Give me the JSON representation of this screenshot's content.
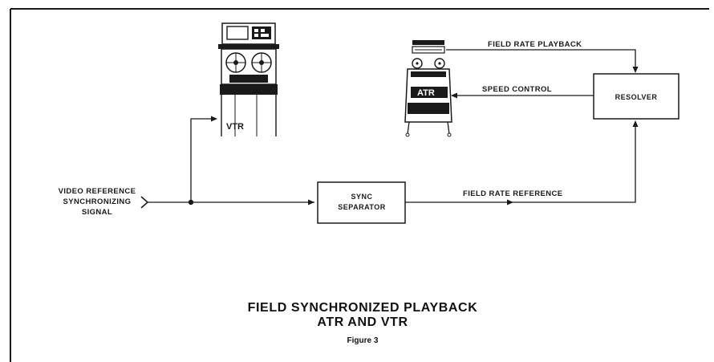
{
  "diagram": {
    "input_label": [
      "VIDEO REFERENCE",
      "SYNCHRONIZING",
      "SIGNAL"
    ],
    "vtr_label": "VTR",
    "atr_label": "ATR",
    "sync_separator": [
      "SYNC",
      "SEPARATOR"
    ],
    "resolver": "RESOLVER",
    "edge_field_rate_playback": "FIELD RATE PLAYBACK",
    "edge_speed_control": "SPEED CONTROL",
    "edge_field_rate_reference": "FIELD RATE REFERENCE"
  },
  "caption": {
    "title_line1": "FIELD SYNCHRONIZED PLAYBACK",
    "title_line2": "ATR AND VTR",
    "figure": "Figure 3"
  }
}
